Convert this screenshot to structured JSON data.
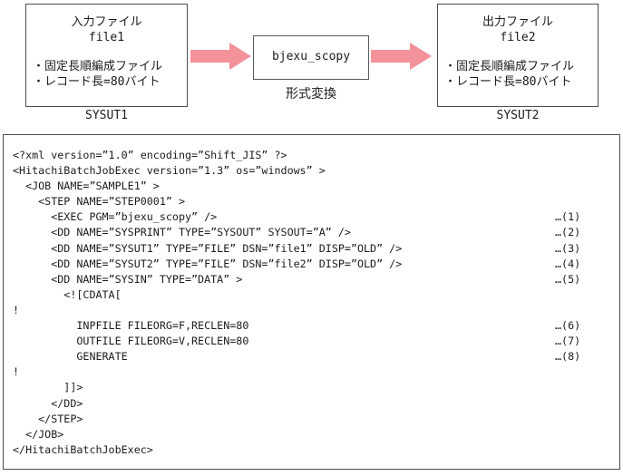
{
  "diagram": {
    "arrow_color": "#f4929c",
    "input_box": {
      "title": "入力ファイル",
      "subtitle": "file1",
      "bullets": [
        "・固定長順編成ファイル",
        "・レコード長=80バイト"
      ],
      "caption": "SYSUT1"
    },
    "process_box": {
      "title": "bjexu_scopy",
      "caption": "形式変換"
    },
    "output_box": {
      "title": "出力ファイル",
      "subtitle": "file2",
      "bullets": [
        "・固定長順編成ファイル",
        "・レコード長=80バイト"
      ],
      "caption": "SYSUT2"
    }
  },
  "code": {
    "lines": [
      {
        "text": "<?xml version=”1.0” encoding=”Shift_JIS” ?>"
      },
      {
        "text": "<HitachiBatchJobExec version=”1.3” os=”windows” >"
      },
      {
        "text": "  <JOB NAME=”SAMPLE1” >"
      },
      {
        "text": "    <STEP NAME=”STEP0001” >"
      },
      {
        "text": "      <EXEC PGM=”bjexu_scopy” />",
        "note": "…(1)"
      },
      {
        "text": "      <DD NAME=”SYSPRINT” TYPE=”SYSOUT” SYSOUT=”A” />",
        "note": "…(2)"
      },
      {
        "text": "      <DD NAME=”SYSUT1” TYPE=”FILE” DSN=”file1” DISP=”OLD” />",
        "note": "…(3)"
      },
      {
        "text": "      <DD NAME=”SYSUT2” TYPE=”FILE” DSN=”file2” DISP=”OLD” />",
        "note": "…(4)"
      },
      {
        "text": "      <DD NAME=”SYSIN” TYPE=”DATA” >",
        "note": "…(5)"
      },
      {
        "text": "        <![CDATA["
      },
      {
        "text": "!"
      },
      {
        "text": "          INPFILE FILEORG=F,RECLEN=80",
        "note": "…(6)"
      },
      {
        "text": "          OUTFILE FILEORG=V,RECLEN=80",
        "note": "…(7)"
      },
      {
        "text": "          GENERATE",
        "note": "…(8)"
      },
      {
        "text": "!"
      },
      {
        "text": "        ]]>"
      },
      {
        "text": "      </DD>"
      },
      {
        "text": "    </STEP>"
      },
      {
        "text": "  </JOB>"
      },
      {
        "text": "</HitachiBatchJobExec>"
      }
    ]
  }
}
